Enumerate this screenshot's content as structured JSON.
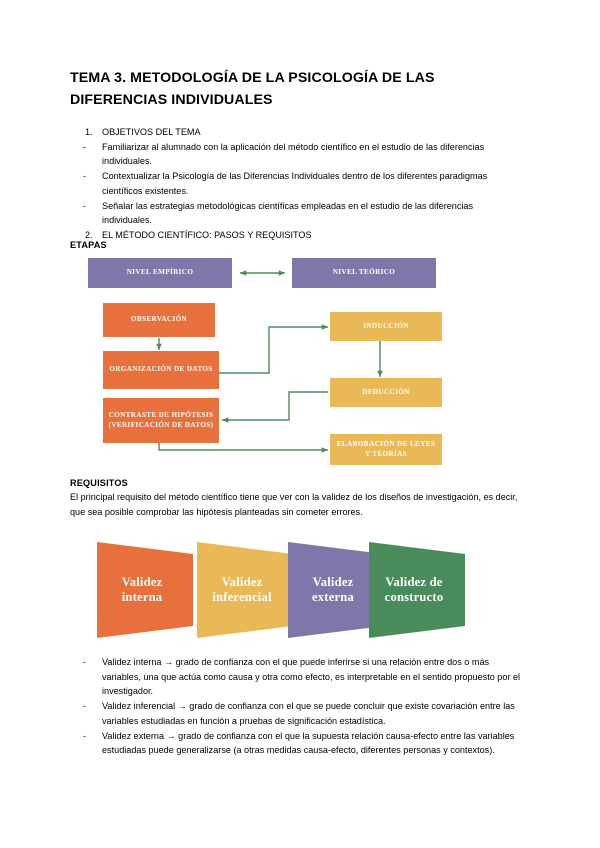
{
  "document": {
    "title": "TEMA 3. METODOLOGÍA DE LA PSICOLOGÍA DE LAS DIFERENCIAS INDIVIDUALES"
  },
  "objectives": {
    "heading_number": "1.",
    "heading": "OBJETIVOS DEL TEMA",
    "bullet_marker": "-",
    "items": [
      "Familiarizar al alumnado con la aplicación del método científico en el estudio de las diferencias individuales.",
      "Contextualizar la Psicología de las Diferencias Individuales dentro de los diferentes paradigmas científicos existentes.",
      "Señalar las estrategias metodológicas científicas empleadas en el estudio de las diferencias individuales."
    ],
    "next_number": "2.",
    "next_heading": "EL MÉTODO CIENTÍFICO: PASOS Y REQUISITOS"
  },
  "etapas": {
    "label": "ETAPAS",
    "nodes": {
      "nivel_empirico": "NIVEL EMPÍRICO",
      "nivel_teorico": "NIVEL TEÓRICO",
      "observacion": "OBSERVACIÓN",
      "organizacion_datos": "ORGANIZACIÓN DE DATOS",
      "contraste_hipotesis": "CONTRASTE DE HIPÓTESIS (VERIFICACIÓN DE DATOS)",
      "induccion": "INDUCCIÓN",
      "deduccion": "DEDUCCIÓN",
      "elaboracion_leyes": "ELABORACIÓN DE LEYES Y TEORÍAS"
    },
    "colors": {
      "purple": "#7f77a9",
      "orange": "#e8703c",
      "gold": "#e9b857",
      "arrow_green": "#4e8c5e"
    }
  },
  "requisitos": {
    "label": "REQUISITOS",
    "paragraph": "El principal requisito del método científico tiene que ver con la validez de los diseños de investigación, es decir, que sea posible comprobar las hipótesis planteadas sin cometer errores."
  },
  "validity": {
    "items": [
      {
        "label": "Validez interna",
        "line1": "Validez",
        "line2": "interna",
        "color": "#e8703c"
      },
      {
        "label": "Validez inferencial",
        "line1": "Validez",
        "line2": "inferencial",
        "color": "#e9b857"
      },
      {
        "label": "Validez externa",
        "line1": "Validez",
        "line2": "externa",
        "color": "#7f77a9"
      },
      {
        "label": "Validez de constructo",
        "line1": "Validez de",
        "line2": "constructo",
        "color": "#4a8b5c"
      }
    ]
  },
  "definitions": {
    "bullet_marker": "-",
    "items": [
      "Validez interna → grado de confianza con el que puede inferirse si una relación entre dos o más variables, una que actúa como causa y otra como efecto, es interpretable en el sentido propuesto por el investigador.",
      "Validez inferencial → grado de confianza con el que se puede concluir que existe covariación entre las variables estudiadas en función a pruebas de significación estadística.",
      "Validez externa → grado de confianza con el que la supuesta relación causa-efecto entre las variables estudiadas puede generalizarse (a otras medidas causa-efecto, diferentes personas y contextos)."
    ]
  }
}
